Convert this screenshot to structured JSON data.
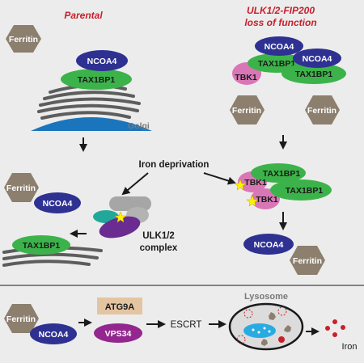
{
  "panels": {
    "parental_title": "Parental",
    "lof_title_line1": "ULK1/2-FIP200",
    "lof_title_line2": "loss of function"
  },
  "proteins": {
    "ferritin": "Ferritin",
    "ncoa4": "NCOA4",
    "tax1bp1": "TAX1BP1",
    "tbk1": "TBK1",
    "atg9a": "ATG9A",
    "vps34": "VPS34"
  },
  "organelles": {
    "golgi": "Golgi",
    "lysosome": "Lysosome"
  },
  "labels": {
    "iron_deprivation": "Iron deprivation",
    "ulk_line1": "ULK1/2",
    "ulk_line2": "complex",
    "escrt": "ESCRT",
    "iron": "Iron"
  },
  "colors": {
    "background": "#ececec",
    "title_red": "#c8202a",
    "ncoa4": "#2e3192",
    "tax1bp1": "#3cb34a",
    "tbk1": "#d977b6",
    "ferritin": "#8c7f6e",
    "golgi": "#5d5d5d",
    "membrane_blue": "#1b75bc",
    "atg9a_box": "#e3c5a1",
    "vps34": "#93278f",
    "iron_red": "#c8202a",
    "lysosome_lumen": "#dcdcdc",
    "ulk_teal": "#21a89a",
    "ulk_purple": "#6a2c91",
    "ulk_grey": "#a6a6a6",
    "star_yellow": "#fff200"
  }
}
